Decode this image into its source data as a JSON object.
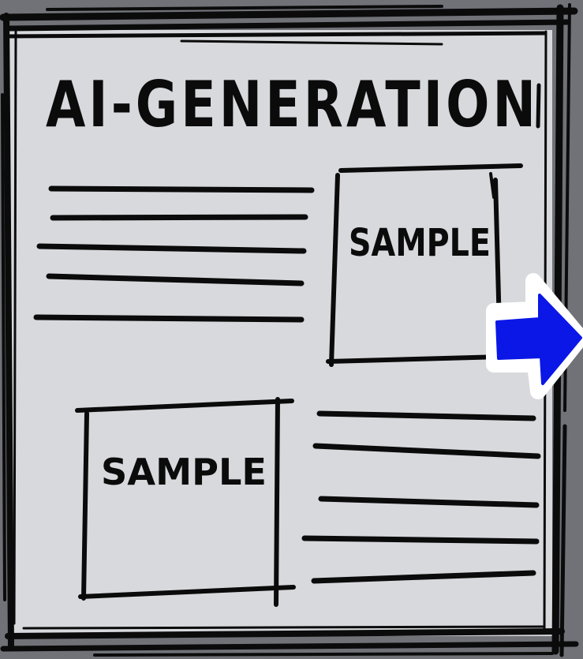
{
  "document": {
    "title": "AI-GENERATION",
    "samples": [
      {
        "label": "SAMPLE"
      },
      {
        "label": "SAMPLE"
      }
    ],
    "text_lines_top_block": 5,
    "text_lines_bottom_block": 5
  },
  "colors": {
    "background": "#707278",
    "paper": "#d8d9dd",
    "ink": "#0b0b0b",
    "arrow_fill": "#0a17e6",
    "arrow_outline": "#ffffff"
  },
  "icons": {
    "next_arrow": "right-arrow-icon"
  }
}
